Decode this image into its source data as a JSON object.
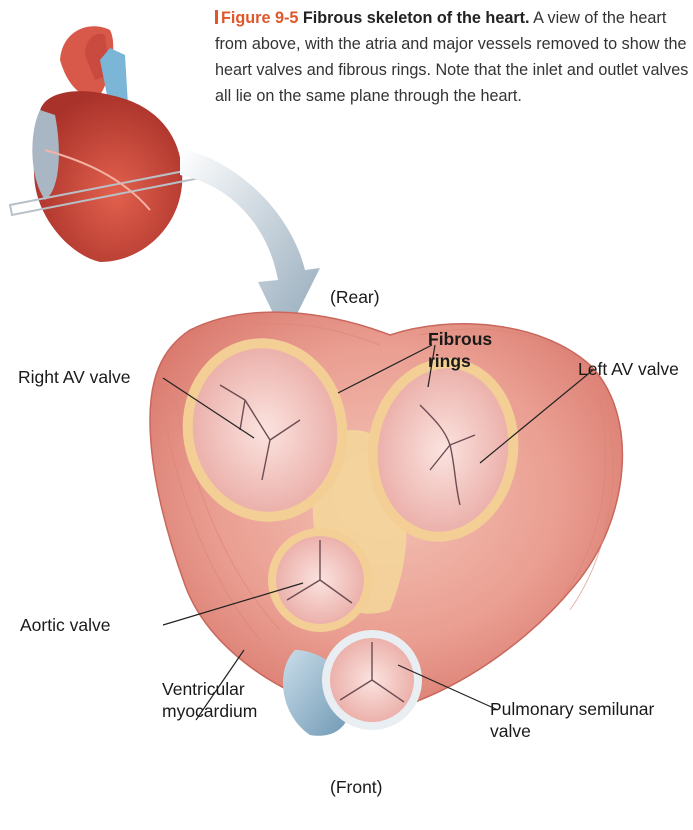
{
  "caption": {
    "figure_number": "Figure 9-5",
    "title": "Fibrous skeleton of the heart.",
    "text": "A view of the heart from above, with the atria and major vessels removed to show the heart valves and fibrous rings. Note that the inlet and outlet valves all lie on the same plane through the heart."
  },
  "labels": {
    "rear": "(Rear)",
    "front": "(Front)",
    "fibrous_rings_1": "Fibrous",
    "fibrous_rings_2": "rings",
    "right_av_valve": "Right AV valve",
    "left_av_valve": "Left AV valve",
    "aortic_valve": "Aortic valve",
    "ventricular_1": "Ventricular",
    "ventricular_2": "myocardium",
    "pulmonary_1": "Pulmonary semilunar",
    "pulmonary_2": "valve"
  },
  "colors": {
    "accent": "#e0572a",
    "myocardium": "#e79890",
    "ring": "#f2c78c",
    "valve": "#f0b7b3",
    "vessel_blue": "#8fb3c9",
    "arrow": "#a9bccb"
  }
}
